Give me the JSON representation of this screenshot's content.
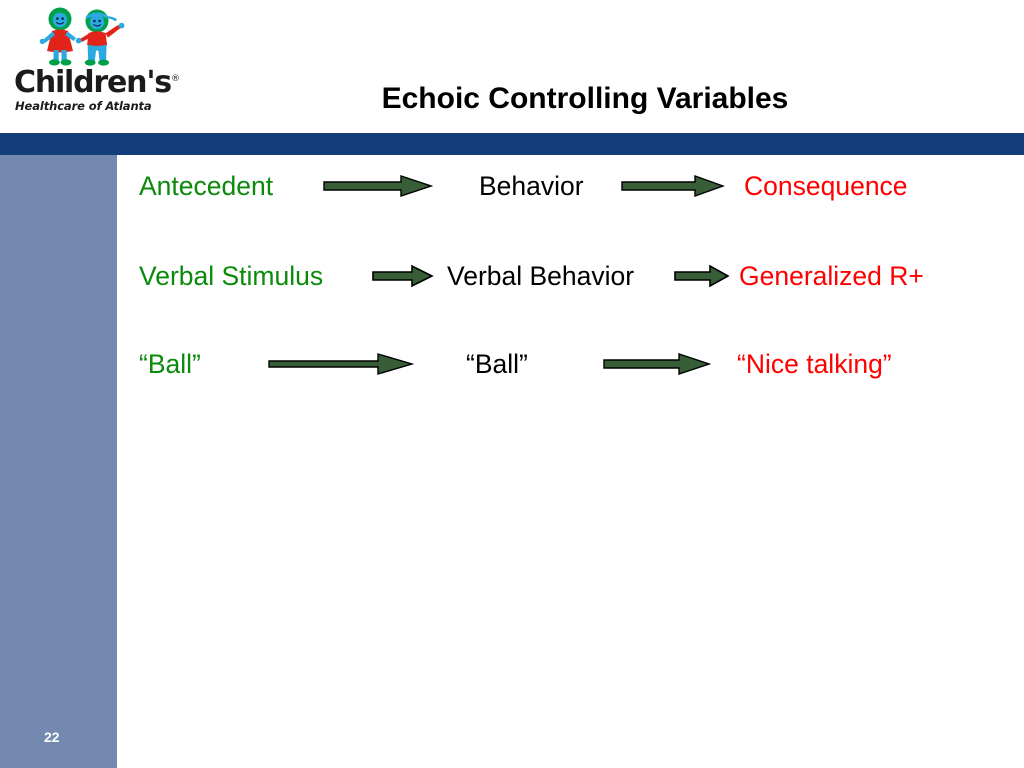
{
  "slide": {
    "page_number": "22",
    "title": "Echoic Controlling Variables"
  },
  "logo": {
    "wordmark": "Children's",
    "registered_mark": "®",
    "tagline": "Healthcare of Atlanta",
    "icon_name": "two-children-figures"
  },
  "colors": {
    "band_blue": "#123E7C",
    "sidebar_blue": "#7389B0",
    "green_text": "#0B8A0B",
    "red_text": "#FF0000",
    "black_text": "#000000",
    "arrow_fill": "#375E37",
    "arrow_stroke": "#000000"
  },
  "diagram": {
    "rows": [
      {
        "antecedent": "Antecedent",
        "behavior": "Behavior",
        "consequence": "Consequence",
        "arrow_1": "right-arrow-icon",
        "arrow_2": "right-arrow-icon"
      },
      {
        "antecedent": "Verbal Stimulus",
        "behavior": "Verbal Behavior",
        "consequence": "Generalized R+",
        "arrow_1": "right-arrow-icon",
        "arrow_2": "right-arrow-icon"
      },
      {
        "antecedent": "“Ball”",
        "behavior": "“Ball”",
        "consequence": "“Nice talking”",
        "arrow_1": "right-arrow-icon",
        "arrow_2": "right-arrow-icon"
      }
    ]
  }
}
